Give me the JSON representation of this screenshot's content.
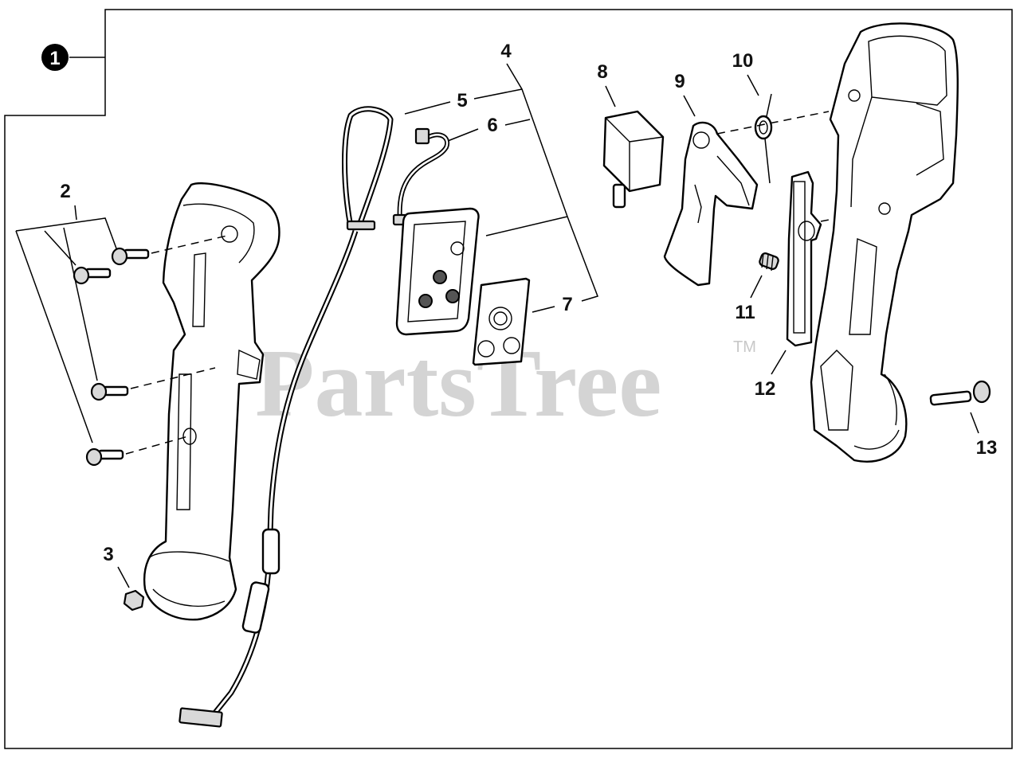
{
  "diagram": {
    "assembly_badge": "1",
    "watermark": "PartsTree",
    "watermark_mark": "TM",
    "callouts": [
      {
        "id": "2",
        "label": "2"
      },
      {
        "id": "3",
        "label": "3"
      },
      {
        "id": "4",
        "label": "4"
      },
      {
        "id": "5",
        "label": "5"
      },
      {
        "id": "6",
        "label": "6"
      },
      {
        "id": "7",
        "label": "7"
      },
      {
        "id": "8",
        "label": "8"
      },
      {
        "id": "9",
        "label": "9"
      },
      {
        "id": "10",
        "label": "10"
      },
      {
        "id": "11",
        "label": "11"
      },
      {
        "id": "12",
        "label": "12"
      },
      {
        "id": "13",
        "label": "13"
      }
    ]
  }
}
